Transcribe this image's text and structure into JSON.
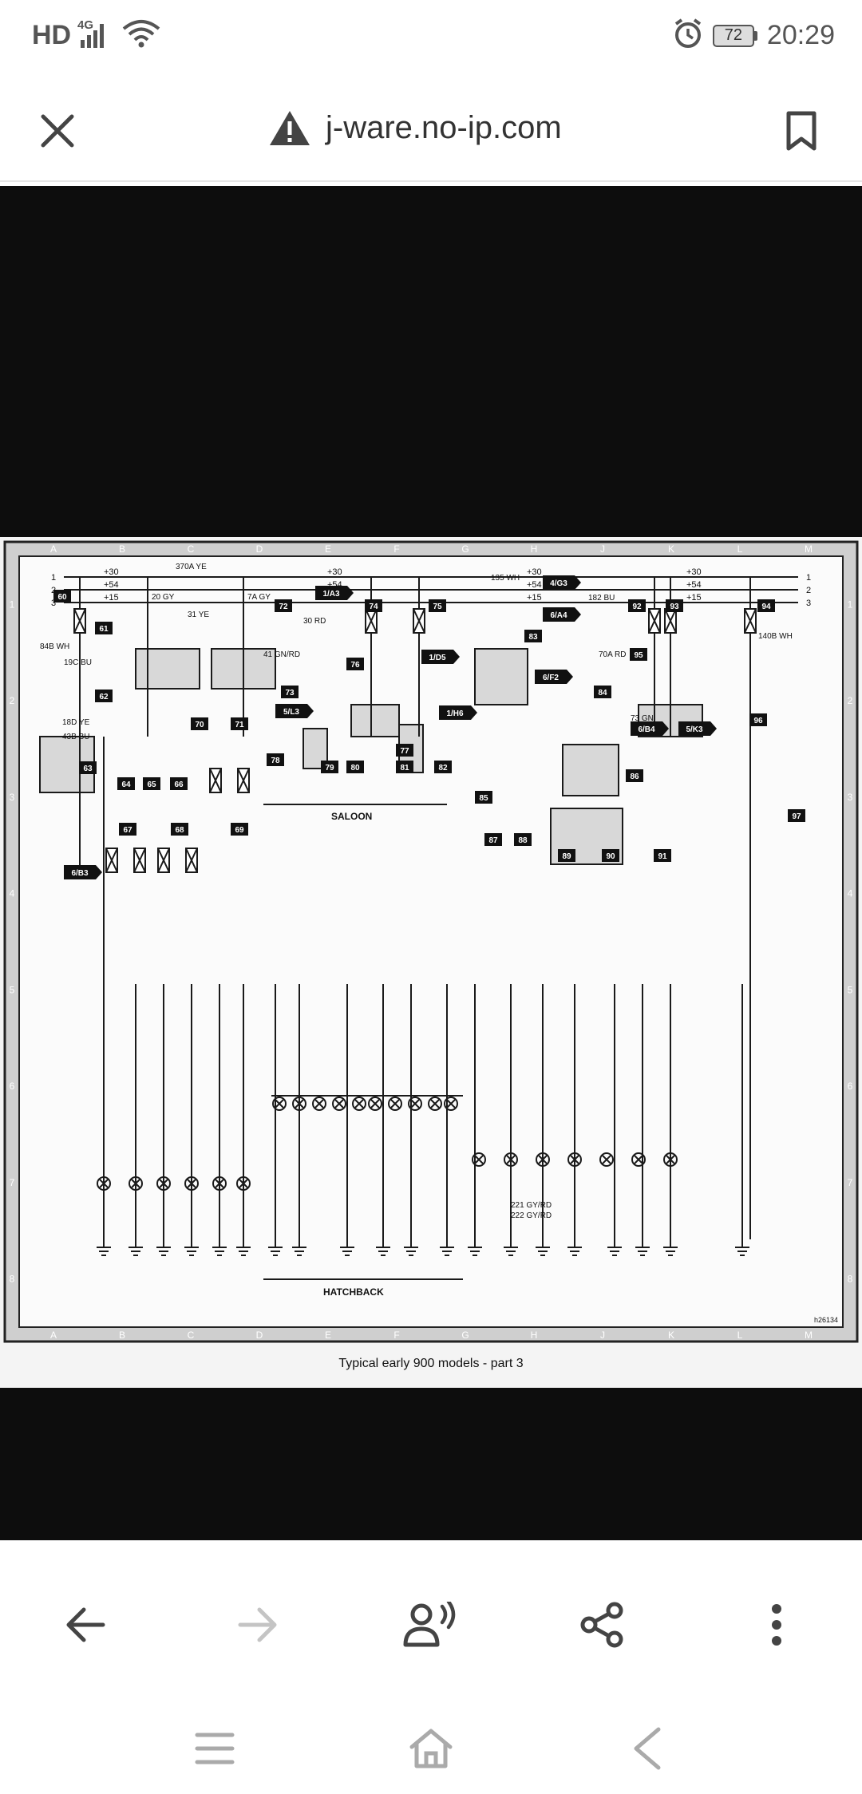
{
  "status_bar": {
    "network": "HD",
    "signal_type": "4G",
    "battery": "72",
    "time": "20:29",
    "icons": [
      "signal-icon",
      "wifi-icon",
      "alarm-icon",
      "battery-icon"
    ]
  },
  "url_bar": {
    "url": "j-ware.no-ip.com",
    "icons": [
      "close-icon",
      "warning-icon",
      "bookmark-icon"
    ]
  },
  "diagram": {
    "caption": "Typical early 900 models - part 3",
    "col_letters": [
      "A",
      "B",
      "C",
      "D",
      "E",
      "F",
      "G",
      "H",
      "J",
      "K",
      "L",
      "M"
    ],
    "row_numbers": [
      "1",
      "2",
      "3",
      "4",
      "5",
      "6",
      "7",
      "8"
    ],
    "rail_labels": [
      "+30",
      "+54",
      "+15"
    ],
    "rail_numbers": [
      "1",
      "2",
      "3"
    ],
    "saloon_label": "SALOON",
    "hatchback_label": "HATCHBACK",
    "ref_code": "h26134",
    "wire_labels": [
      "370A YE",
      "20 GY",
      "7A GY",
      "31 YE",
      "30 RD",
      "41 GN/RD",
      "19C BU",
      "84B WH",
      "18D YE",
      "43B BU",
      "135 WH",
      "182 BU",
      "70A RD",
      "73 GN",
      "140B WH",
      "221 GY/RD",
      "222 GY/RD"
    ],
    "connector_refs": [
      "1/A3",
      "5/L3",
      "1/D5",
      "1/H6",
      "4/G3",
      "6/A4",
      "6/F2",
      "6/B4",
      "5/K3",
      "6/B3"
    ],
    "components": [
      "60",
      "61",
      "62",
      "63",
      "64",
      "65",
      "66",
      "67",
      "68",
      "69",
      "70",
      "71",
      "72",
      "73",
      "74",
      "75",
      "76",
      "77",
      "78",
      "79",
      "80",
      "81",
      "82",
      "83",
      "84",
      "85",
      "86",
      "87",
      "88",
      "89",
      "90",
      "91",
      "92",
      "93",
      "94",
      "95",
      "96",
      "97"
    ]
  },
  "toolbar": {
    "icons": [
      "back-arrow-icon",
      "forward-arrow-icon",
      "read-aloud-icon",
      "share-icon",
      "more-vert-icon"
    ]
  },
  "navbar": {
    "icons": [
      "recents-icon",
      "home-icon",
      "nav-back-icon"
    ]
  },
  "colors": {
    "viewer_bg": "#0d0d0d",
    "diagram_bg": "#f4f4f4",
    "diagram_ink": "#1a1a1a",
    "icon_gray": "#555555"
  }
}
